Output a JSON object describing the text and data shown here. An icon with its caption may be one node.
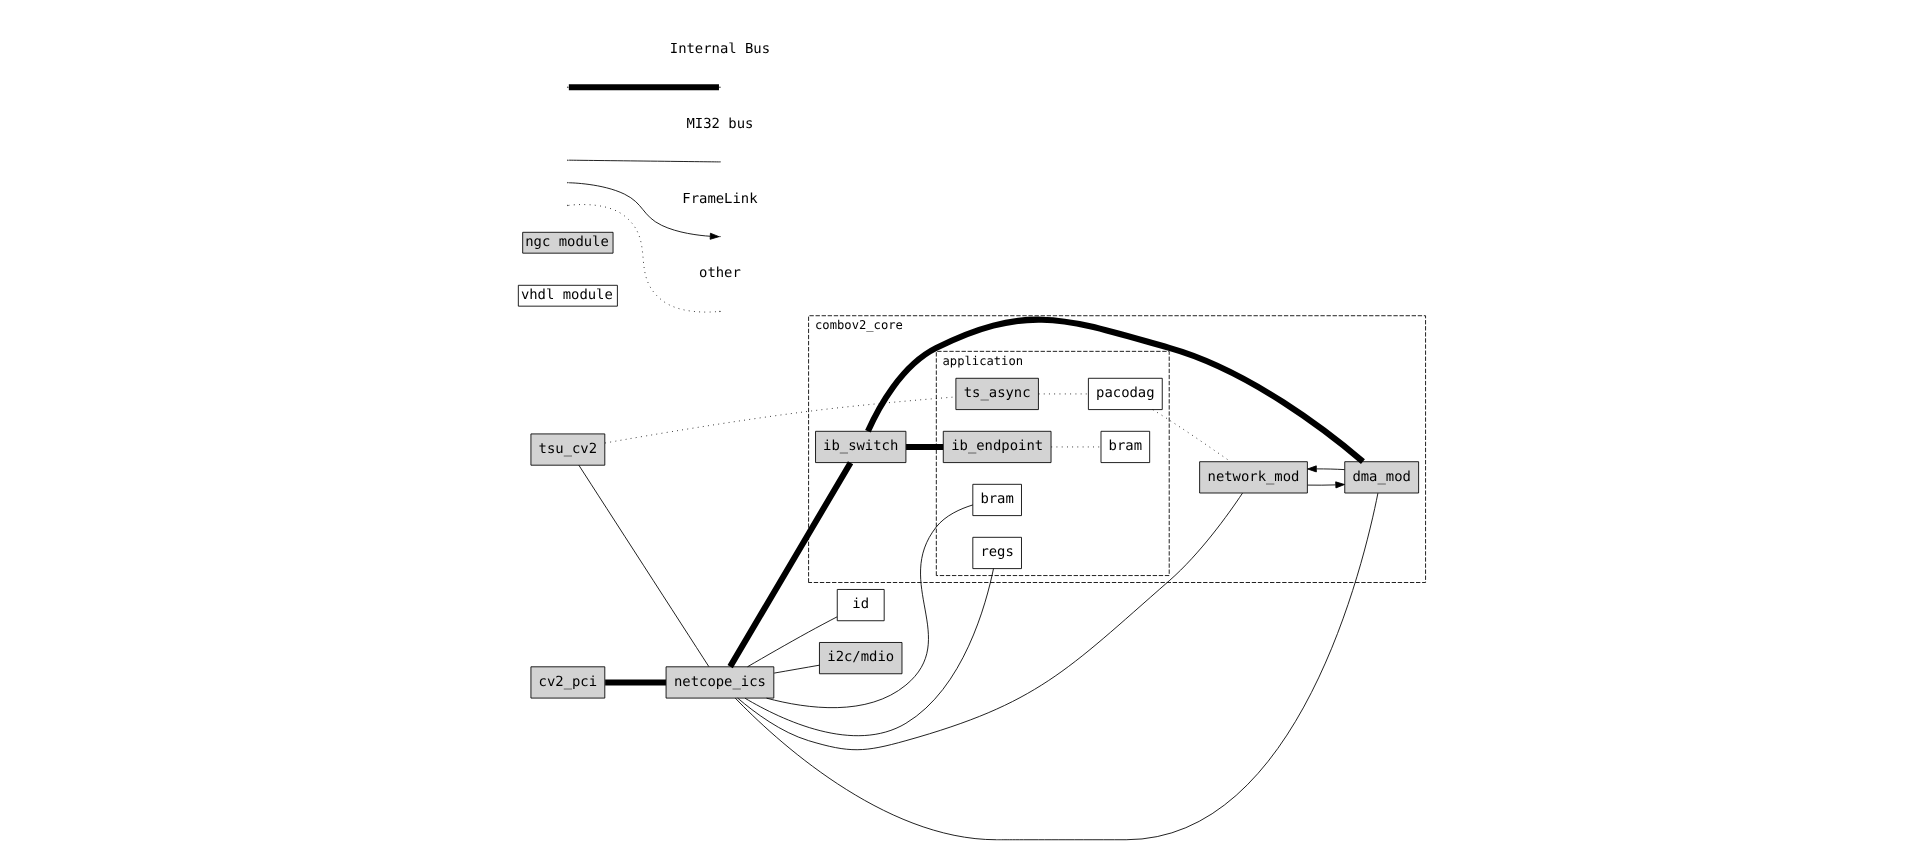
{
  "diagram": {
    "nodes": [
      {
        "text": [
          "combov2_core"
        ]
      },
      {
        "text": [
          "application"
        ],
        "in": 0
      },
      {
        "text": [
          "ib_endpoint"
        ],
        "in": 1
      },
      {
        "text": [
          "ts_async"
        ],
        "in": 1
      },
      {
        "text": [
          "bram"
        ],
        "in": 1
      },
      {
        "text": [
          "pacodag"
        ],
        "in": 1
      },
      {
        "text": [
          "bram"
        ],
        "in": 1
      },
      {
        "text": [
          "regs"
        ],
        "in": 1
      },
      {
        "text": [
          "ib_switch"
        ],
        "in": 0
      },
      {
        "text": [
          "dma_mod"
        ],
        "in": 0
      },
      {
        "text": [
          "tsu_cv2"
        ]
      },
      {
        "text": [
          "cv2_pci"
        ]
      },
      {
        "text": [
          "netcope_ics"
        ]
      },
      {
        "text": [
          "id"
        ]
      },
      {
        "text": [
          "i2c/mdio"
        ]
      },
      {
        "text": [
          "network_mod"
        ],
        "in": 0
      }
    ],
    "edges": [
      {
        "from": 11,
        "to": 12,
        "arrow": "none",
        "style": "thick"
      },
      {
        "from": 12,
        "to": 8,
        "arrow": "none",
        "style": "thick"
      },
      {
        "from": 8,
        "to": 2,
        "arrow": "none",
        "style": "thick"
      },
      {
        "from": 8,
        "to": 9,
        "arrow": "none",
        "style": "thick"
      },
      {
        "from": 10,
        "to": 12,
        "arrow": "none"
      },
      {
        "from": 12,
        "to": 13,
        "arrow": "none"
      },
      {
        "from": 12,
        "to": 14,
        "arrow": "none"
      },
      {
        "from": 12,
        "to": 9,
        "arrow": "none"
      },
      {
        "from": 12,
        "to": 6,
        "arrow": "none"
      },
      {
        "from": 12,
        "to": 7,
        "arrow": "none"
      },
      {
        "from": 12,
        "to": 15,
        "arrow": "none"
      },
      {
        "from": 10,
        "to": 3,
        "arrow": "none",
        "style": "dashed"
      },
      {
        "from": 2,
        "to": 4,
        "arrow": "none",
        "style": "dashed"
      },
      {
        "from": 3,
        "to": 5,
        "arrow": "none",
        "style": "dashed"
      },
      {
        "from": 5,
        "to": 15,
        "arrow": "none",
        "style": "dashed"
      },
      {
        "from": 15,
        "to": 9,
        "arrow": "to"
      },
      {
        "from": 9,
        "to": 15,
        "arrow": "to"
      }
    ],
    "legend": [
      {
        "text": "Internal Bus"
      },
      {
        "text": "MI32 bus"
      },
      {
        "text": "FrameLink"
      },
      {
        "text": "other"
      },
      {
        "text": "ngc module",
        "color": "#d3d3d3"
      },
      {
        "text": "vhdl module",
        "color": "#ffffff"
      }
    ]
  }
}
